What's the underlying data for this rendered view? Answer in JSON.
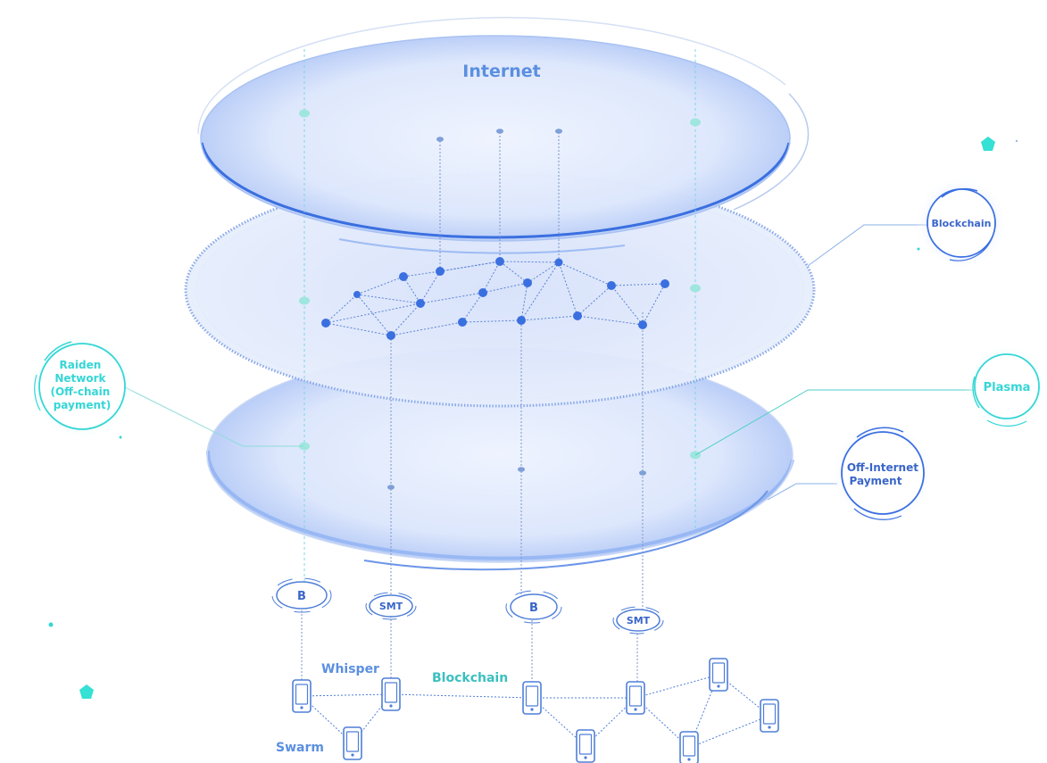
{
  "layers": {
    "top": "Internet"
  },
  "bubbles": {
    "blockchain": "Blockchain",
    "raiden": [
      "Raiden",
      "Network",
      "(Off-chain",
      "payment)"
    ],
    "plasma": "Plasma",
    "off_internet": [
      "Off-Internet",
      "Payment"
    ]
  },
  "tokens": {
    "btc": "B",
    "smt": "SMT"
  },
  "bottom": {
    "whisper": "Whisper",
    "blockchain": "Blockchain",
    "swarm": "Swarm"
  },
  "colors": {
    "accent_blue": "#3a6fe0",
    "teal": "#35d6d6",
    "label_blue": "#5b8fe0"
  }
}
